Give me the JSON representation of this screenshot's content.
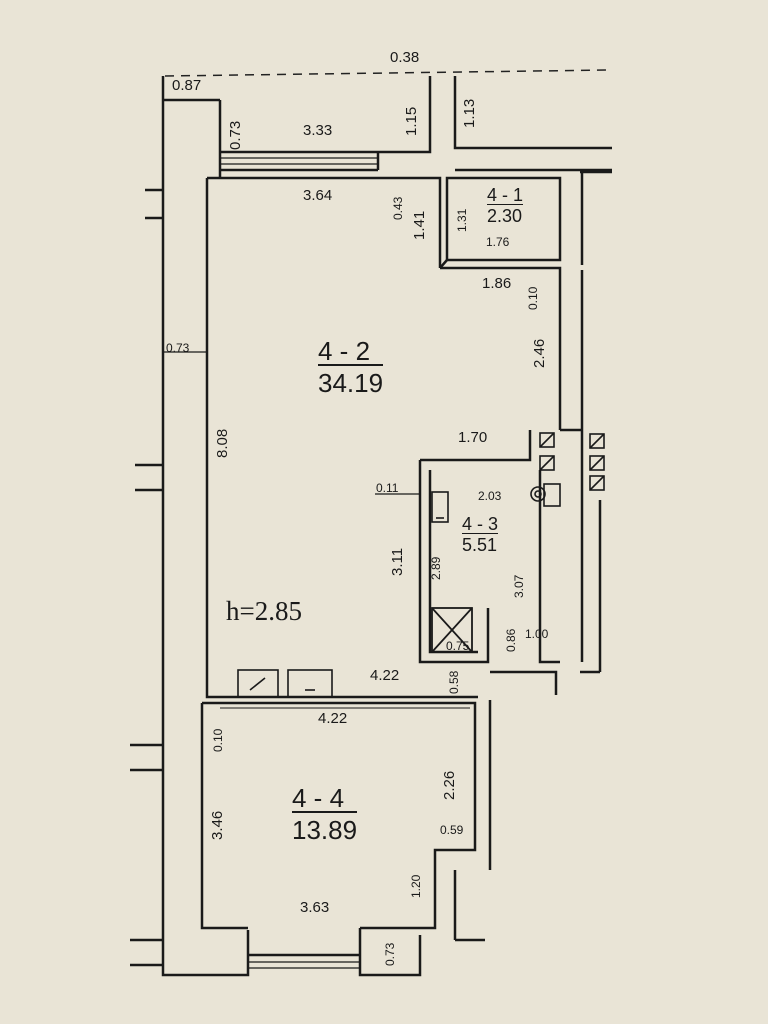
{
  "rooms": [
    {
      "id": "4 - 1",
      "area": "2.30"
    },
    {
      "id": "4 - 2",
      "area": "34.19"
    },
    {
      "id": "4 - 3",
      "area": "5.51"
    },
    {
      "id": "4 - 4",
      "area": "13.89"
    }
  ],
  "ceiling_height": "h=2.85",
  "dimensions": {
    "top_offset": "0.38",
    "corner_left": "0.87",
    "top_window_depth": "0.73",
    "top_window_width": "3.33",
    "top_right_a": "1.15",
    "top_right_b": "1.13",
    "room2_top_width": "3.64",
    "room2_notch_a": "0.43",
    "room2_notch_b": "1.41",
    "room1_height": "1.31",
    "room1_width": "1.76",
    "room2_right_width": "1.86",
    "room2_wall_small": "0.10",
    "room2_right_height": "2.46",
    "left_wall_thickness": "0.73",
    "room2_height": "8.08",
    "room2_lower_width": "1.70",
    "room3_wall": "0.11",
    "room3_width": "2.03",
    "room3_left_height": "3.11",
    "room3_inner_height": "2.89",
    "room3_right_height": "3.07",
    "shower_size": "0.75",
    "room3_bottom_a": "0.86",
    "room3_bottom_b": "1.00",
    "room2_bottom_width": "4.22",
    "room2_bottom_wall": "0.58",
    "room4_top_width": "4.22",
    "room4_wall_small": "0.10",
    "room4_left_height": "3.46",
    "room4_right_height": "2.26",
    "room4_ledge": "0.59",
    "room4_bottom_width": "3.63",
    "room4_right_lower": "1.20",
    "room4_window_depth": "0.73"
  }
}
